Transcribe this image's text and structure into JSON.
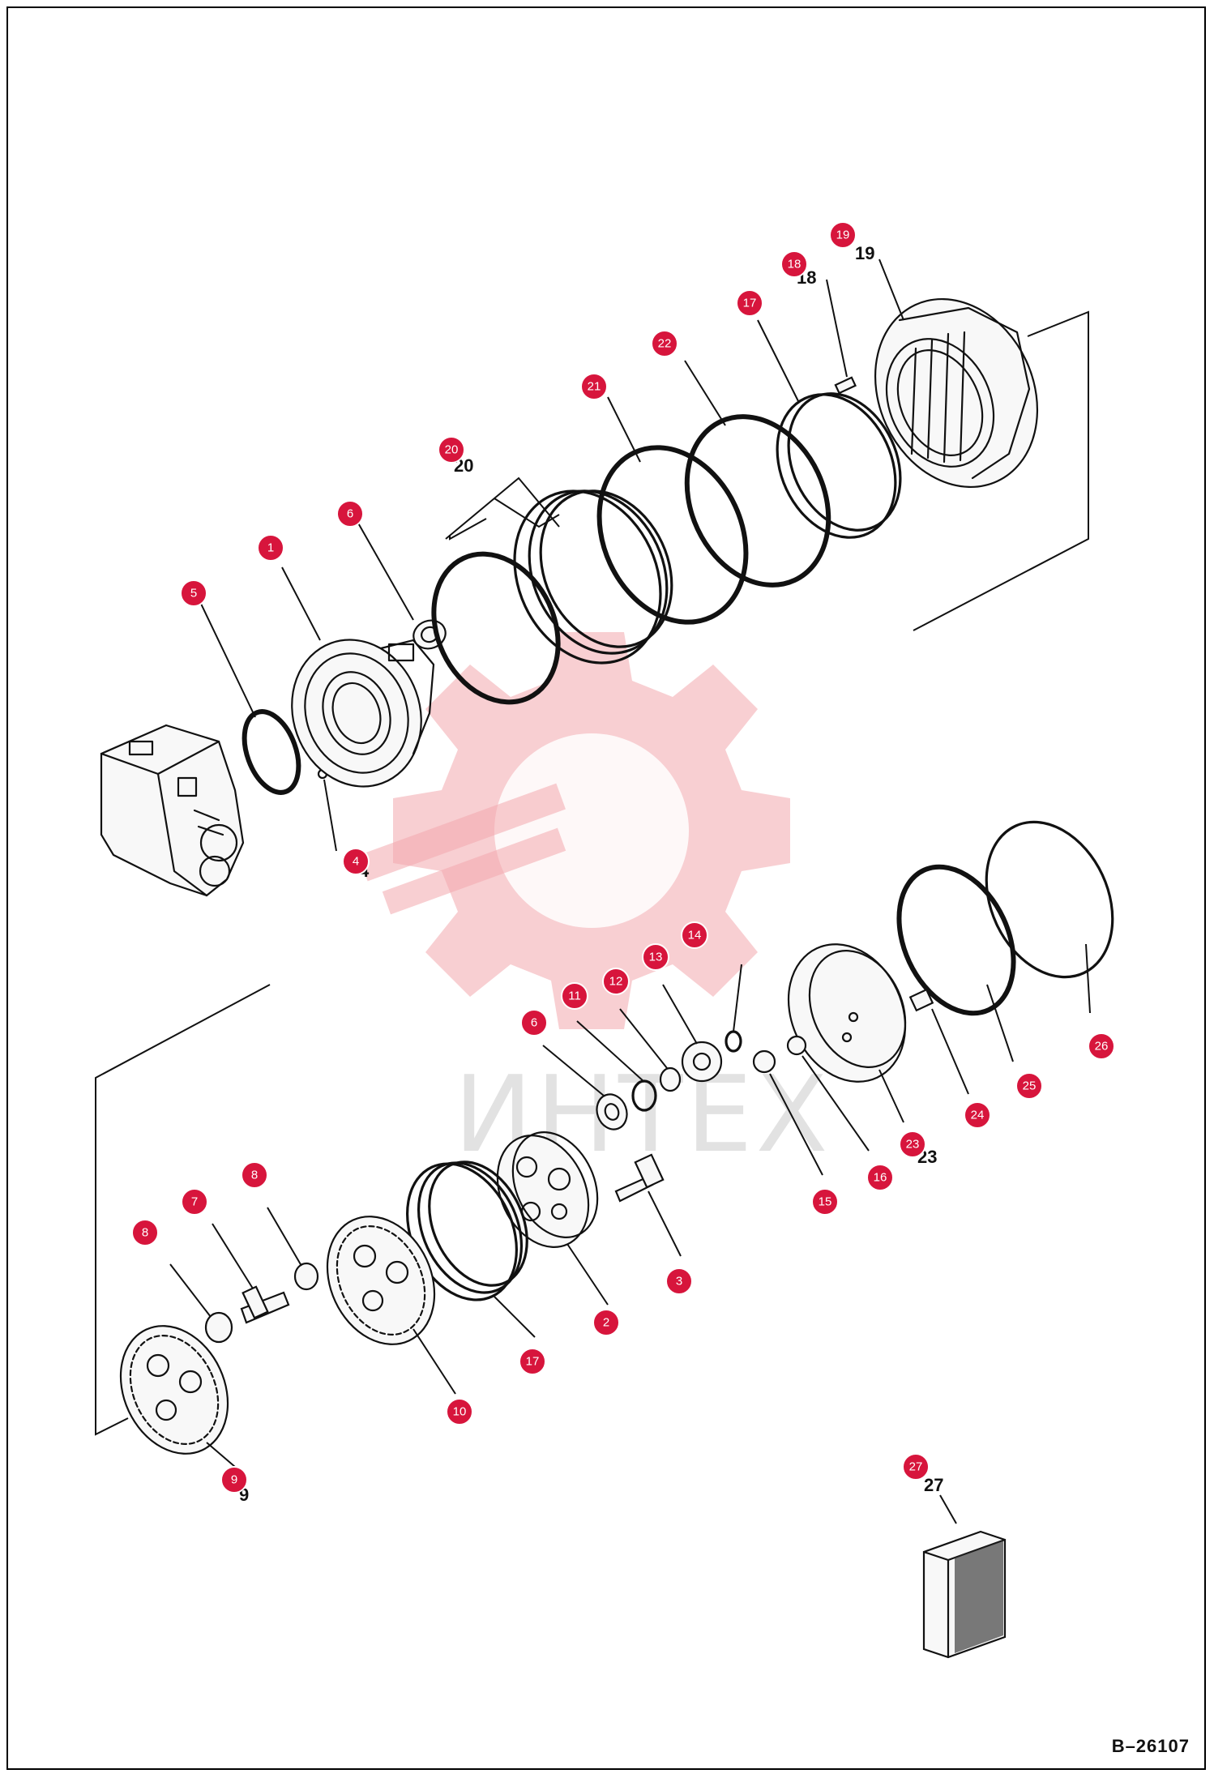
{
  "doc_code": "B–26107",
  "watermark": {
    "text": "ИНТЕХ",
    "gear_color": "#f3a8ad"
  },
  "callout_color": "#d7153c",
  "callouts": [
    {
      "label": "1"
    },
    {
      "label": "2"
    },
    {
      "label": "3"
    },
    {
      "label": "4"
    },
    {
      "label": "5"
    },
    {
      "label": "6"
    },
    {
      "label": "6"
    },
    {
      "label": "7"
    },
    {
      "label": "8"
    },
    {
      "label": "8"
    },
    {
      "label": "9"
    },
    {
      "label": "10"
    },
    {
      "label": "11"
    },
    {
      "label": "12"
    },
    {
      "label": "13"
    },
    {
      "label": "14"
    },
    {
      "label": "15"
    },
    {
      "label": "16"
    },
    {
      "label": "17"
    },
    {
      "label": "17"
    },
    {
      "label": "18"
    },
    {
      "label": "19"
    },
    {
      "label": "20"
    },
    {
      "label": "21"
    },
    {
      "label": "22"
    },
    {
      "label": "23"
    },
    {
      "label": "24"
    },
    {
      "label": "25"
    },
    {
      "label": "26"
    },
    {
      "label": "27"
    }
  ],
  "printed_numbers": [
    "19",
    "18",
    "20",
    "4",
    "23",
    "9",
    "27"
  ]
}
